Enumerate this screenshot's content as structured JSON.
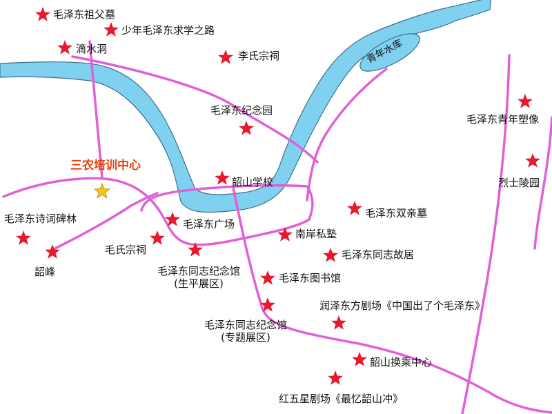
{
  "colors": {
    "road": "#e060d8",
    "river": "#80d0f0",
    "river_edge": "#3b6f8a",
    "landmark_star": "#e8192c",
    "center_star": "#f5c518",
    "highlight_text": "#e8400c"
  },
  "water": {
    "reservoir": "青年水库"
  },
  "highlight": {
    "label": "三农培训中心",
    "icon": "gold-star-icon"
  },
  "landmarks": [
    {
      "id": "tomb-ancestor",
      "label": "毛泽东祖父墓"
    },
    {
      "id": "study-road",
      "label": "少年毛泽东求学之路"
    },
    {
      "id": "dishui-cave",
      "label": "滴水洞"
    },
    {
      "id": "li-ancestral",
      "label": "李氏宗祠"
    },
    {
      "id": "memorial-garden",
      "label": "毛泽东纪念园"
    },
    {
      "id": "youth-statue",
      "label": "毛泽东青年塑像"
    },
    {
      "id": "martyrs-cemetery",
      "label": "烈士陵园"
    },
    {
      "id": "shaoshan-school",
      "label": "韶山学校"
    },
    {
      "id": "poetry-forest",
      "label": "毛泽东诗词碑林"
    },
    {
      "id": "mao-square",
      "label": "毛泽东广场"
    },
    {
      "id": "parents-tomb",
      "label": "毛泽东双亲墓"
    },
    {
      "id": "nanan-school",
      "label": "南岸私塾"
    },
    {
      "id": "mao-clan-hall",
      "label": "毛氏宗祠"
    },
    {
      "id": "former-residence",
      "label": "毛泽东同志故居"
    },
    {
      "id": "shaofeng",
      "label": "韶峰"
    },
    {
      "id": "memorial-hall-life",
      "label": "毛泽东同志纪念馆",
      "sub": "(生平展区)"
    },
    {
      "id": "library",
      "label": "毛泽东图书馆"
    },
    {
      "id": "runze-theater",
      "label": "润泽东方剧场《中国出了个毛泽东》"
    },
    {
      "id": "memorial-hall-special",
      "label": "毛泽东同志纪念馆",
      "sub": "(专题展区)"
    },
    {
      "id": "transfer-center",
      "label": "韶山换乘中心"
    },
    {
      "id": "red-star-theater",
      "label": "红五星剧场《最忆韶山冲》"
    }
  ]
}
